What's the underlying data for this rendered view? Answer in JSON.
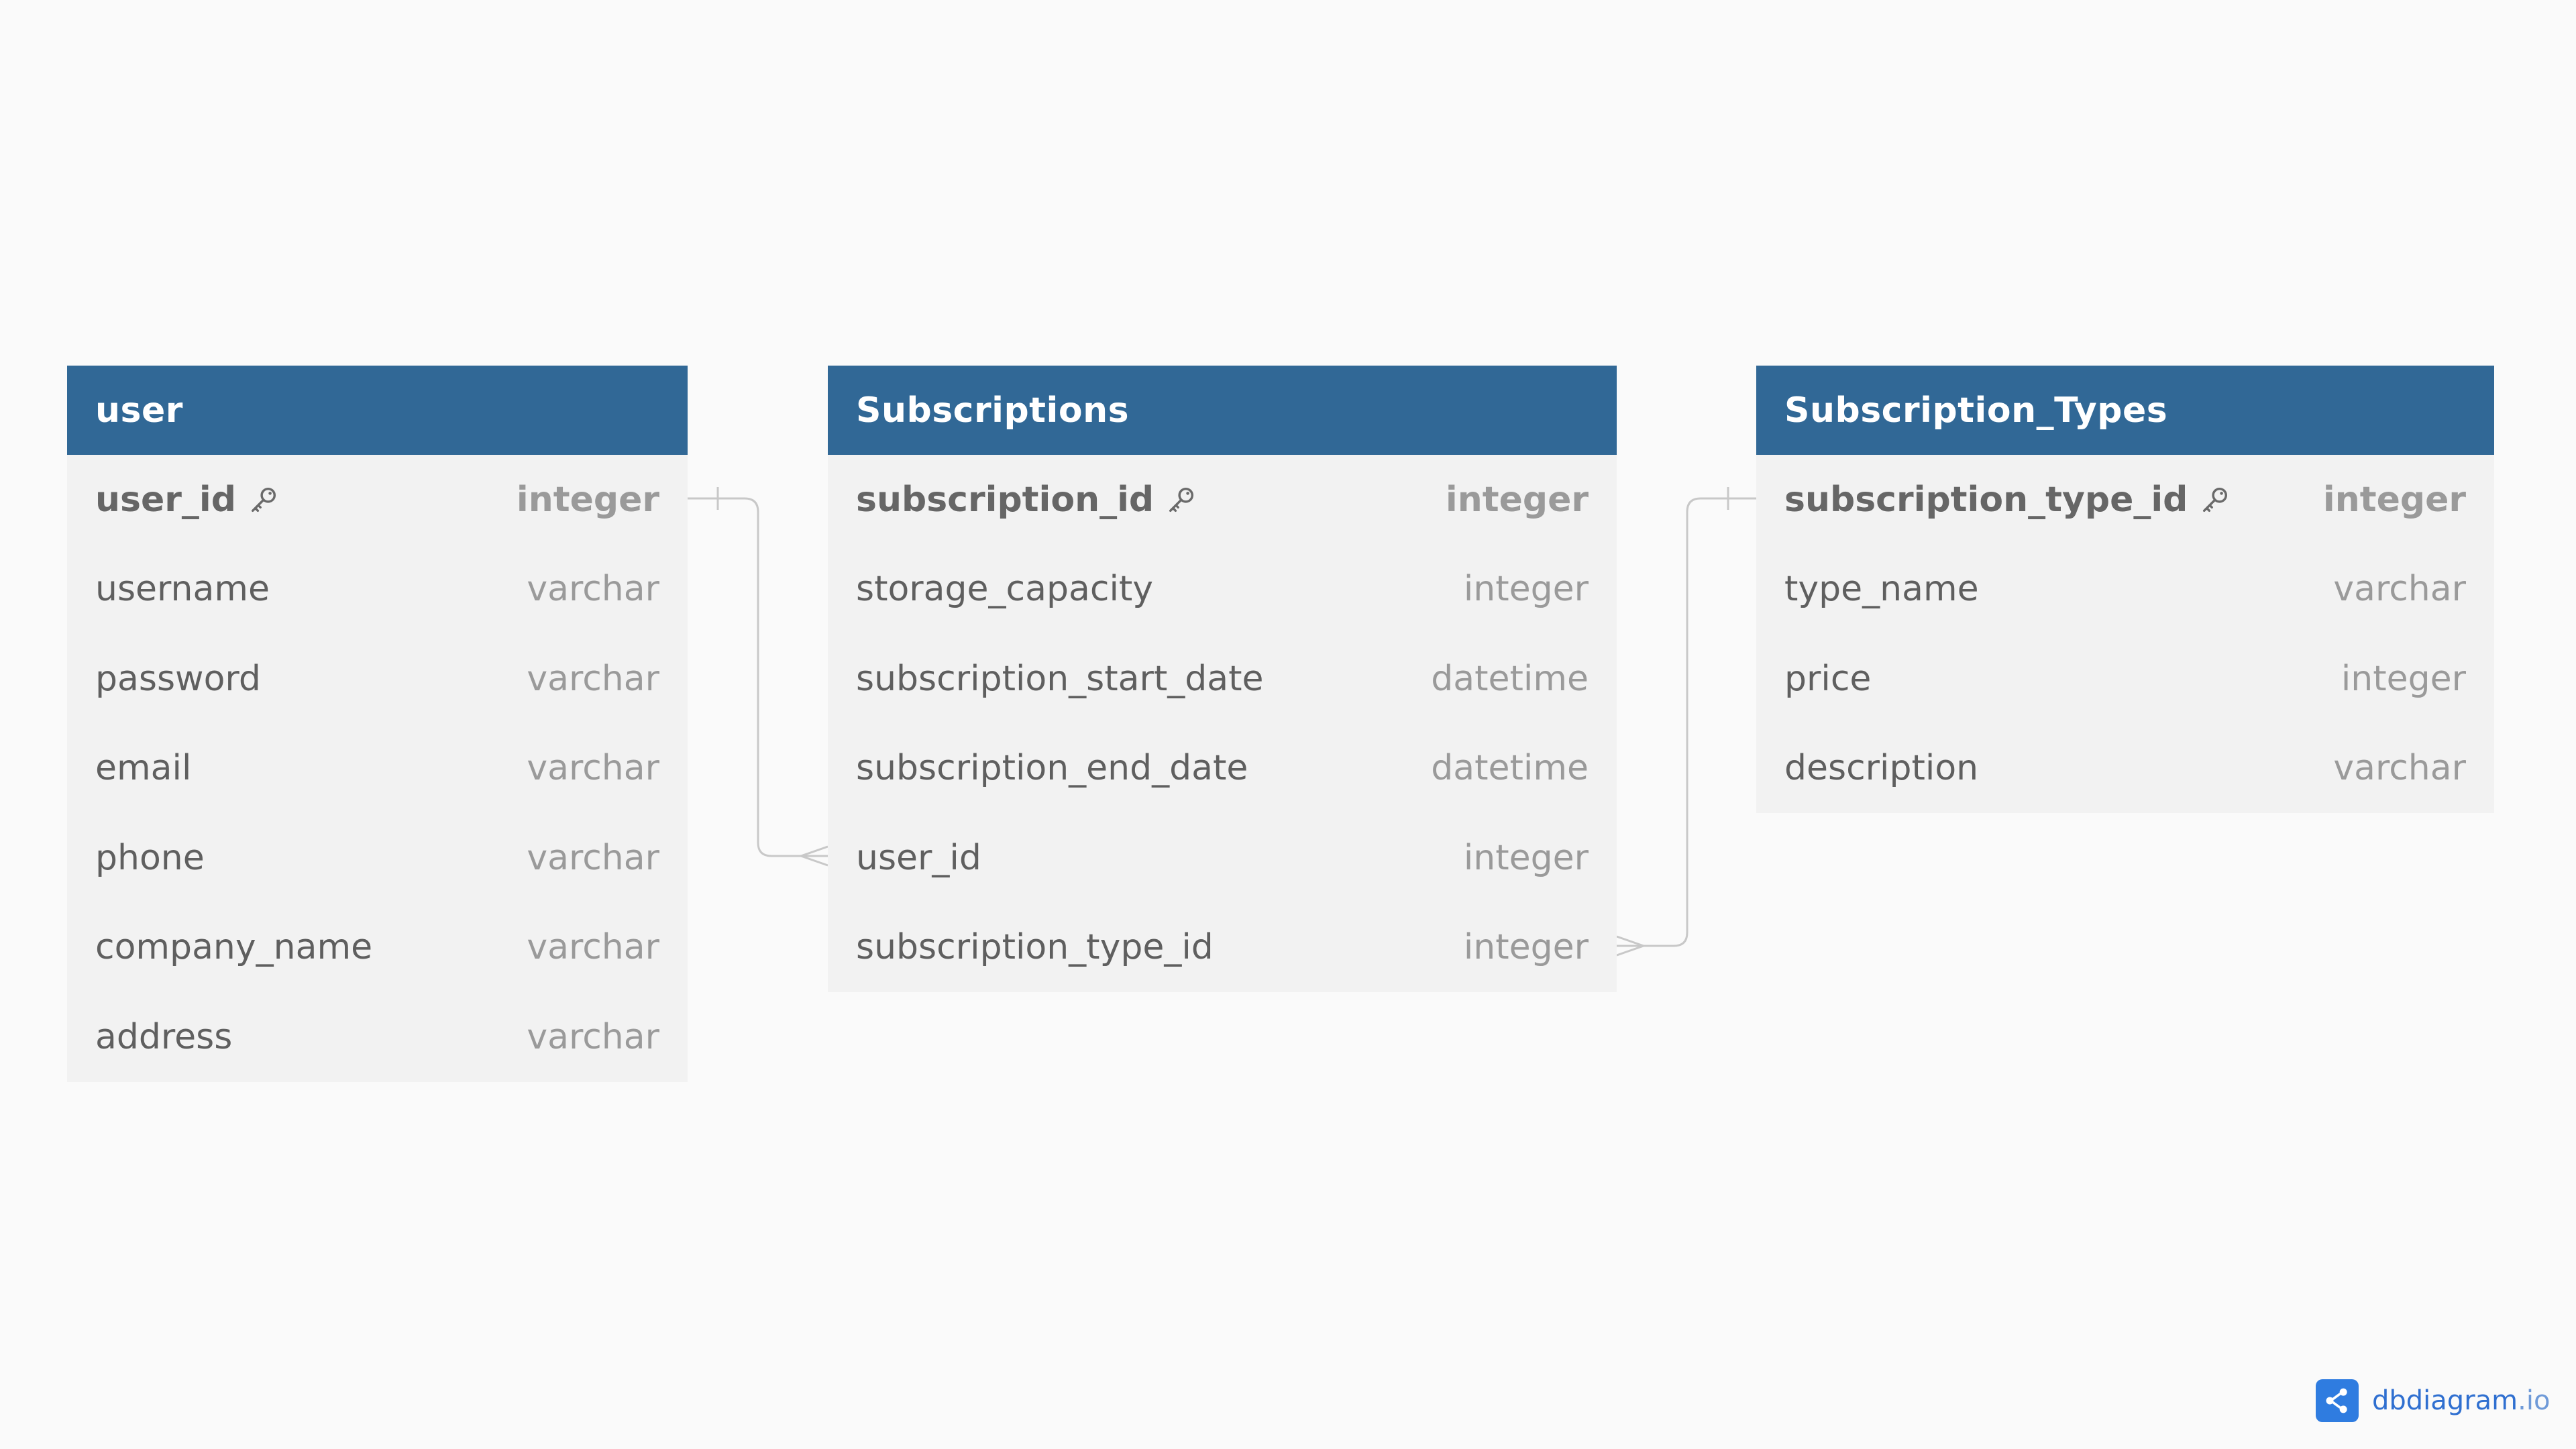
{
  "tables": {
    "user": {
      "name": "user",
      "fields": [
        {
          "name": "user_id",
          "type": "integer"
        },
        {
          "name": "username",
          "type": "varchar"
        },
        {
          "name": "password",
          "type": "varchar"
        },
        {
          "name": "email",
          "type": "varchar"
        },
        {
          "name": "phone",
          "type": "varchar"
        },
        {
          "name": "company_name",
          "type": "varchar"
        },
        {
          "name": "address",
          "type": "varchar"
        }
      ]
    },
    "subscriptions": {
      "name": "Subscriptions",
      "fields": [
        {
          "name": "subscription_id",
          "type": "integer"
        },
        {
          "name": "storage_capacity",
          "type": "integer"
        },
        {
          "name": "subscription_start_date",
          "type": "datetime"
        },
        {
          "name": "subscription_end_date",
          "type": "datetime"
        },
        {
          "name": "user_id",
          "type": "integer"
        },
        {
          "name": "subscription_type_id",
          "type": "integer"
        }
      ]
    },
    "subscription_types": {
      "name": "Subscription_Types",
      "fields": [
        {
          "name": "subscription_type_id",
          "type": "integer"
        },
        {
          "name": "type_name",
          "type": "varchar"
        },
        {
          "name": "price",
          "type": "integer"
        },
        {
          "name": "description",
          "type": "varchar"
        }
      ]
    }
  },
  "relationships": [
    {
      "from": "user.user_id",
      "to": "Subscriptions.user_id",
      "from_card": "one",
      "to_card": "many"
    },
    {
      "from": "Subscription_Types.subscription_type_id",
      "to": "Subscriptions.subscription_type_id",
      "from_card": "one",
      "to_card": "many"
    }
  ],
  "brand": {
    "name": "dbdiagram",
    "tld": ".io",
    "icon": "share-node-icon"
  },
  "colors": {
    "header": "#316896",
    "connector": "#c8c8c8",
    "brand": "#2f7ce0"
  }
}
